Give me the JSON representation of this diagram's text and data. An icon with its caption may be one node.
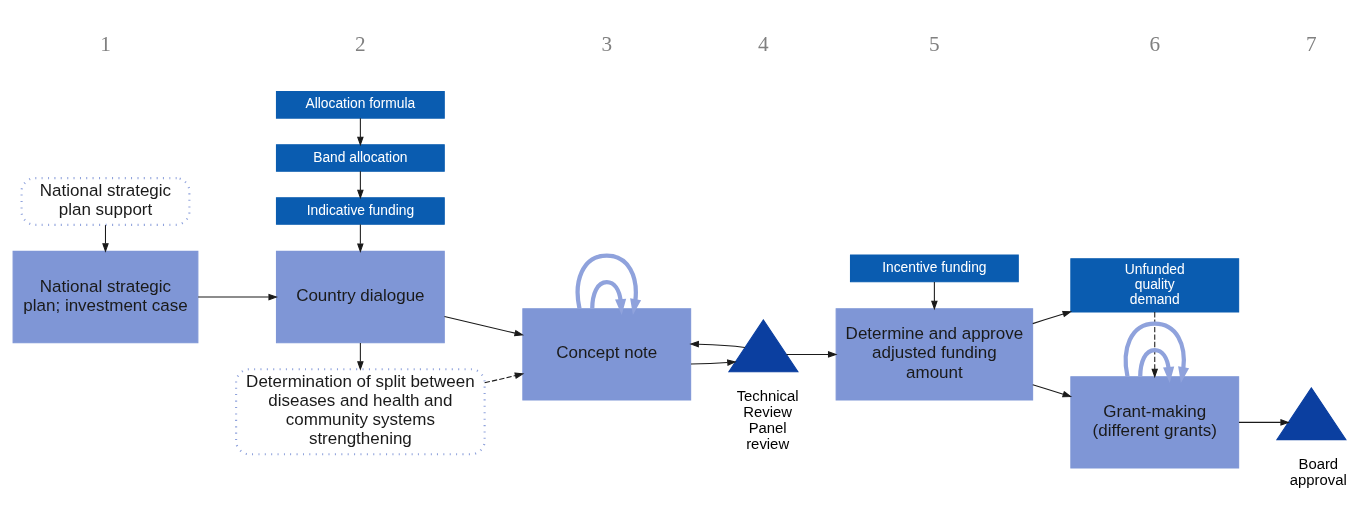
{
  "diagram": {
    "nodes": [
      {
        "text": [
          "National strategic plan support"
        ]
      },
      {
        "text": [
          "Determination of split between diseases and health and community systems strengthening"
        ]
      },
      {
        "text": [
          "National strategic plan; investment case"
        ]
      },
      {
        "text": [
          "Country dialogue"
        ]
      },
      {
        "text": [
          "Concept note"
        ]
      },
      {
        "text": [
          "Technical Review Panel review"
        ]
      },
      {
        "text": [
          "Determine and approve adjusted funding amount"
        ]
      },
      {
        "text": [
          "Unfunded quality demand"
        ]
      },
      {
        "text": [
          "Grant-making (different grants)"
        ]
      },
      {
        "text": [
          "Board approval"
        ]
      },
      {
        "text": [
          "Indicative funding"
        ]
      },
      {
        "text": [
          "Band allocation"
        ]
      },
      {
        "text": [
          "Allocation formula"
        ]
      },
      {
        "text": [
          "Incentive funding"
        ]
      }
    ],
    "edges": [
      {
        "from": 0,
        "to": 2,
        "arrow": "to"
      },
      {
        "from": 3,
        "to": 1,
        "arrow": "to"
      },
      {
        "from": 2,
        "to": 3,
        "arrow": "to"
      },
      {
        "from": 1,
        "to": 4,
        "arrow": "to",
        "style": "dashed"
      },
      {
        "from": 3,
        "to": 4,
        "arrow": "to"
      },
      {
        "from": 4,
        "to": 4,
        "arrow": "to",
        "style": "thick",
        "color": "#8fa2dc"
      },
      {
        "from": 4,
        "to": 4,
        "arrow": "to",
        "style": "thick",
        "color": "#8fa2dc"
      },
      {
        "from": 5,
        "to": 4,
        "arrow": "to"
      },
      {
        "from": 4,
        "to": 5,
        "arrow": "to"
      },
      {
        "from": 5,
        "to": 6,
        "arrow": "to"
      },
      {
        "from": 6,
        "to": 7,
        "arrow": "to"
      },
      {
        "from": 6,
        "to": 8,
        "arrow": "to"
      },
      {
        "from": 7,
        "to": 8,
        "arrow": "to",
        "style": "dashed"
      },
      {
        "from": 8,
        "to": 8,
        "arrow": "to",
        "style": "thick",
        "color": "#8fa2dc"
      },
      {
        "from": 8,
        "to": 8,
        "arrow": "to",
        "style": "thick",
        "color": "#8fa2dc"
      },
      {
        "from": 8,
        "to": 9,
        "arrow": "to"
      },
      {
        "from": 10,
        "to": 3,
        "arrow": "to"
      },
      {
        "from": 11,
        "to": 10,
        "arrow": "to"
      },
      {
        "from": 12,
        "to": 11,
        "arrow": "to"
      },
      {
        "from": 13,
        "to": 6,
        "arrow": "to"
      }
    ],
    "labels": [
      "1",
      "2",
      "3",
      "4",
      "5",
      "6",
      "7"
    ]
  }
}
